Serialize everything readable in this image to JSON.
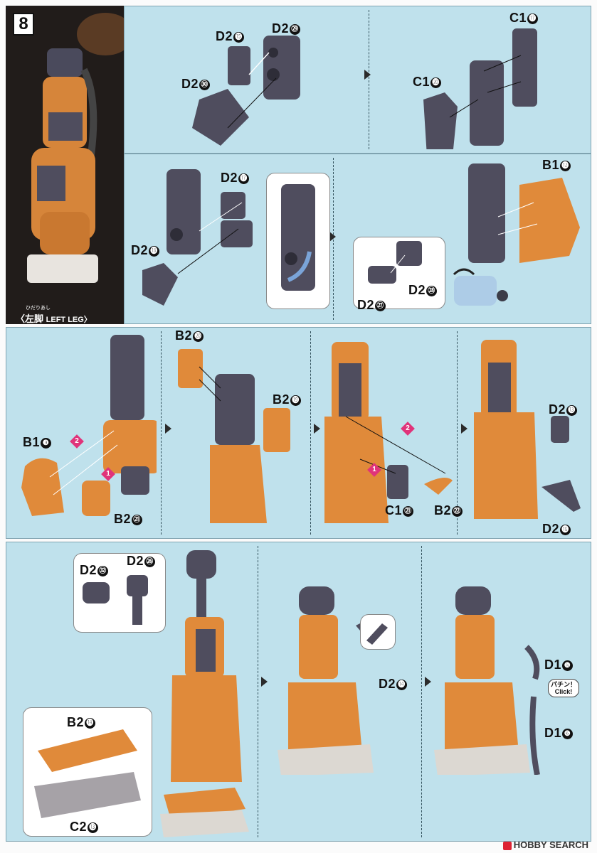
{
  "step": {
    "number": "8"
  },
  "title": {
    "ruby": "ひだりあし",
    "jp": "〈左脚",
    "en": "LEFT LEG〉"
  },
  "watermark": {
    "text": "HOBBY SEARCH"
  },
  "callout": {
    "jp": "パチン！",
    "en": "Click!"
  },
  "rows": [
    {
      "labels": [
        [
          "D2",
          "⓯"
        ],
        [
          "D2",
          "㉙"
        ],
        [
          "D2",
          "㉚"
        ],
        [
          "C1",
          "⓱"
        ],
        [
          "C1",
          "⓴"
        ]
      ]
    },
    {
      "labels": [
        [
          "D2",
          "⓱"
        ],
        [
          "D2",
          "⓲"
        ],
        [
          "B1",
          "⓬"
        ],
        [
          "D2",
          "㉘"
        ],
        [
          "D2",
          "㉗"
        ]
      ]
    },
    {
      "labels": [
        [
          "B1",
          "❸"
        ],
        [
          "B2",
          "㉑"
        ],
        [
          "B2",
          "⓴"
        ],
        [
          "B2",
          "⓳"
        ],
        [
          "C1",
          "㉑"
        ],
        [
          "B2",
          "㉒"
        ],
        [
          "D2",
          "⓭"
        ],
        [
          "D2",
          "⓰"
        ]
      ],
      "badges": [
        "1",
        "2",
        "1",
        "2"
      ]
    },
    {
      "labels": [
        [
          "D2",
          "㉜"
        ],
        [
          "D2",
          "㉖"
        ],
        [
          "B2",
          "⓮"
        ],
        [
          "C2",
          "⓭"
        ],
        [
          "D2",
          "⓮"
        ],
        [
          "D1",
          "❿"
        ],
        [
          "D1",
          "❻"
        ]
      ]
    }
  ],
  "colors": {
    "panel": "#bfe1ec",
    "orange": "#e08a3a",
    "grey": "#4f4d5e",
    "base": "#dcd8d2",
    "badge": "#e0337a"
  }
}
